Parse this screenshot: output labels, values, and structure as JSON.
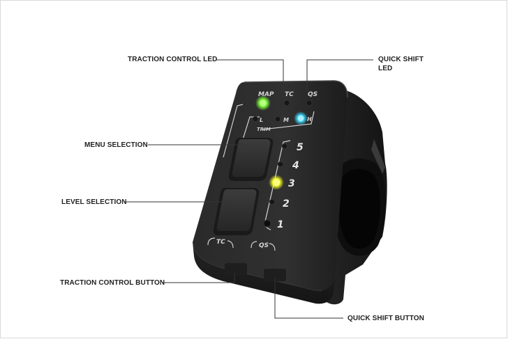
{
  "callouts": {
    "traction_control_led": "TRACTION  CONTROL LED",
    "quick_shift_led_line1": "QUICK SHIFT",
    "quick_shift_led_line2": "LED",
    "menu_selection": "MENU SELECTION",
    "level_selection": "LEVEL SELECTION",
    "traction_control_button": "TRACTION CONTROL BUTTON",
    "quick_shift_button": "QUICK SHIFT BUTTON"
  },
  "device": {
    "top_labels": [
      "MAP",
      "TC",
      "QS"
    ],
    "trim_labels": [
      "L",
      "M",
      "H"
    ],
    "trim_title": "TRIM",
    "level_numbers": [
      "5",
      "4",
      "3",
      "2",
      "1"
    ],
    "bottom_labels": [
      "TC",
      "QS"
    ],
    "led_colors": {
      "map": "#7dff3a",
      "trim_h": "#3ad8ff",
      "level_3": "#f7ff2a",
      "off": "#1a1a1a"
    }
  }
}
